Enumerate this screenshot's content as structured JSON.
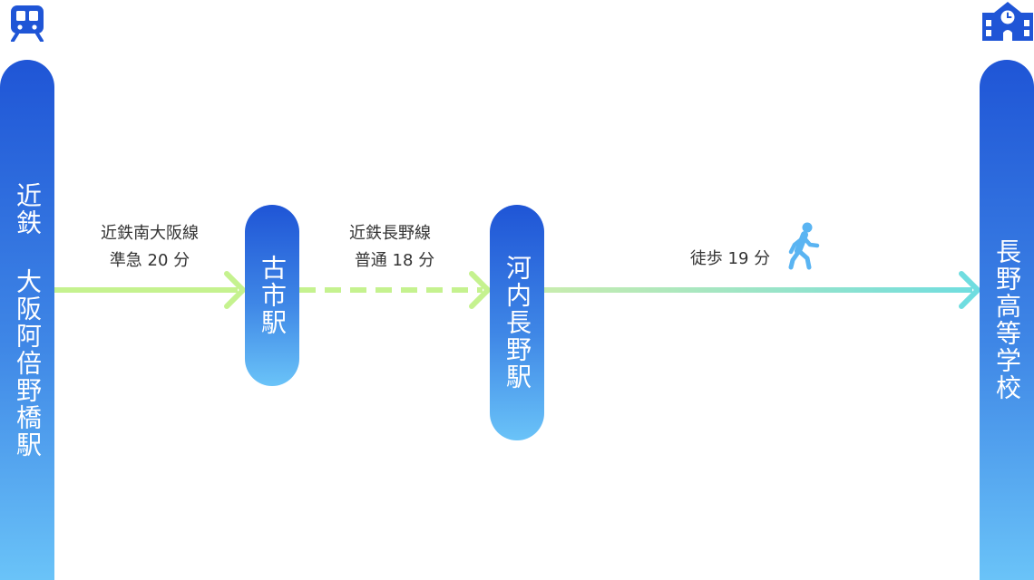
{
  "origin": {
    "label": "近鉄 大阪阿倍野橋駅",
    "icon": "train-icon"
  },
  "destination": {
    "label": "長野高等学校",
    "icon": "school-icon"
  },
  "stops": [
    {
      "label": "古市駅"
    },
    {
      "label": "河内長野駅"
    }
  ],
  "segments": [
    {
      "line": "近鉄南大阪線",
      "detail": "準急 20 分",
      "style": "solid",
      "color": "#c5f28f"
    },
    {
      "line": "近鉄長野線",
      "detail": "普通 18 分",
      "style": "dashed",
      "color": "#c5f28f"
    },
    {
      "line": "",
      "detail": "徒歩 19 分",
      "style": "gradient",
      "color_start": "#c8ecae",
      "color_end": "#6fdde0",
      "icon": "walking-person-icon"
    }
  ],
  "colors": {
    "pill_top": "#1f55d6",
    "pill_bottom": "#6ac3f8",
    "icon_dark": "#1f55d6",
    "icon_light": "#5ab4f2"
  }
}
